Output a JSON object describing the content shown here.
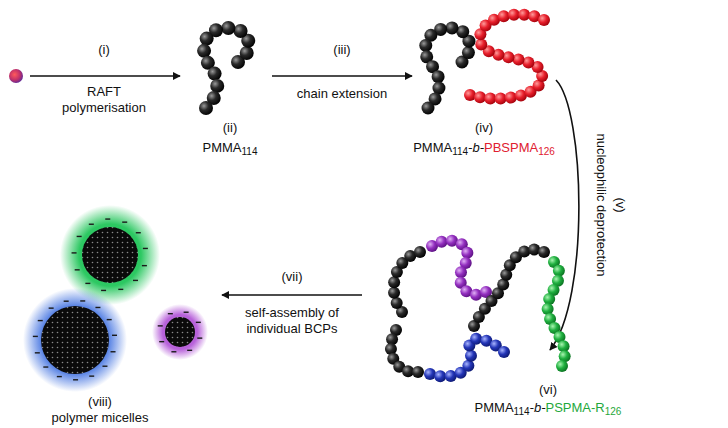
{
  "diagram": {
    "labels": [
      "(i)",
      "RAFT polymerisation",
      "(ii)",
      "PMMA",
      "114",
      "(iii)",
      "chain extension",
      "(iv)",
      "PMMA",
      "114",
      "-b-",
      "PBSPMA",
      "126",
      "(v)",
      "nucleophilic deprotection",
      "(vi)",
      "PMMA",
      "114",
      "-b-",
      "PSPMA-R",
      "126",
      "(vii)",
      "self-assembly of individual BCPs",
      "(viii)",
      "polymer micelles"
    ]
  }
}
